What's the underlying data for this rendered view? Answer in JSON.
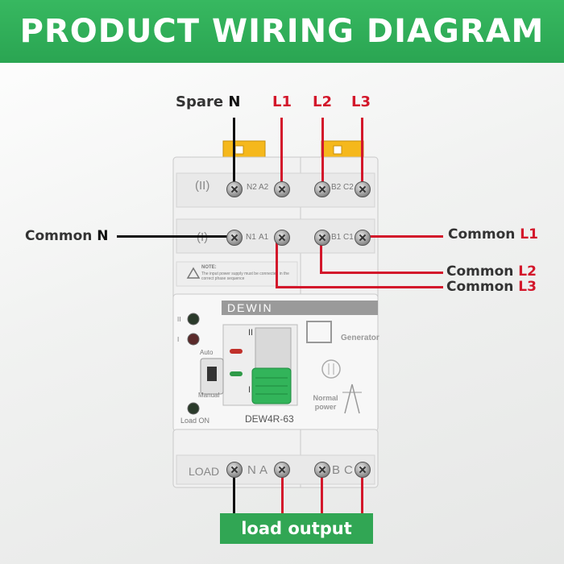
{
  "banner": {
    "title": "PRODUCT WIRING DIAGRAM"
  },
  "top_labels": {
    "spare": "Spare",
    "spare_n": "N",
    "l1": "L1",
    "l2": "L2",
    "l3": "L3"
  },
  "side_labels": {
    "common": "Common",
    "common_n_letter": "N",
    "common_l1_letter": "L1",
    "common_l2_letter": "L2",
    "common_l3_letter": "L3"
  },
  "device": {
    "brand": "DEWIN",
    "model": "DEW4R-63",
    "row_top_mark": "(II)",
    "row_top_terminals": [
      "N2",
      "A2",
      "B2",
      "C2"
    ],
    "row_mid_mark": "(I)",
    "row_mid_terminals": [
      "N1",
      "A1",
      "B1",
      "C1"
    ],
    "note_title": "NOTE:",
    "note_text": "The input power supply must be connected in the correct phase sequence",
    "indicator_ii": "II",
    "indicator_i": "I",
    "auto_label": "Auto",
    "manual_label": "Manual",
    "load_on_label": "Load ON",
    "handle_ii": "II",
    "handle_i": "I",
    "generator_label": "Generator",
    "normal_power_label": "Normal power",
    "load_label": "LOAD",
    "bottom_terminals": [
      "N",
      "A",
      "B",
      "C"
    ]
  },
  "bottom": {
    "load_output": "load output"
  },
  "colors": {
    "green": "#31a654",
    "red": "#d3172b",
    "black": "#111111"
  }
}
